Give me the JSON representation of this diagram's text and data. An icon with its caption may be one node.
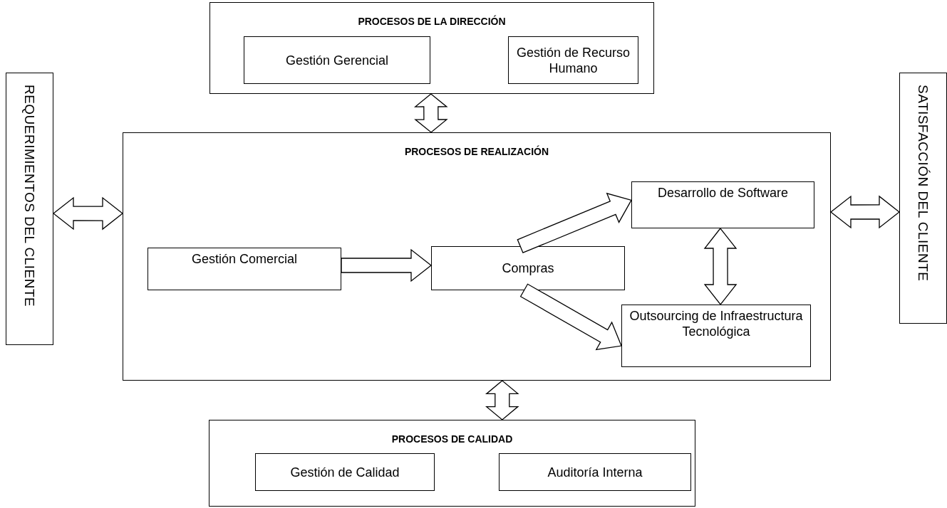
{
  "diagram": {
    "nodes": [
      {
        "text": [
          "PROCESOS DE LA DIRECCIÓN"
        ]
      },
      {
        "text": [
          "Gestión Gerencial"
        ],
        "in": 0
      },
      {
        "text": [
          "Gestión de Recurso Humano"
        ],
        "in": 0
      },
      {
        "text": [
          "REQUERIMIENTOS DEL CLIENTE"
        ]
      },
      {
        "text": [
          "PROCESOS DE REALIZACIÓN"
        ]
      },
      {
        "text": [
          "Gestión Comercial"
        ],
        "in": 4
      },
      {
        "text": [
          "Compras"
        ],
        "in": 4
      },
      {
        "text": [
          "Desarrollo de Software"
        ],
        "in": 4
      },
      {
        "text": [
          "Outsourcing de Infraestructura Tecnológica"
        ],
        "in": 4
      },
      {
        "text": [
          "SATISFACCIÓN DEL CLIENTE"
        ]
      },
      {
        "text": [
          "PROCESOS DE CALIDAD"
        ]
      },
      {
        "text": [
          "Gestión de Calidad"
        ],
        "in": 10
      },
      {
        "text": [
          "Auditoría Interna"
        ],
        "in": 10
      }
    ],
    "edges": [
      {
        "from": 0,
        "to": 4,
        "arrow": "both",
        "style": "thick"
      },
      {
        "from": 3,
        "to": 4,
        "arrow": "both",
        "style": "thick"
      },
      {
        "from": 4,
        "to": 9,
        "arrow": "both",
        "style": "thick"
      },
      {
        "from": 5,
        "to": 6,
        "arrow": "to",
        "style": "thick"
      },
      {
        "from": 6,
        "to": 7,
        "arrow": "to",
        "style": "thick"
      },
      {
        "from": 6,
        "to": 8,
        "arrow": "to",
        "style": "thick"
      },
      {
        "from": 7,
        "to": 8,
        "arrow": "both",
        "style": "thick"
      },
      {
        "from": 4,
        "to": 10,
        "arrow": "both",
        "style": "thick"
      }
    ]
  }
}
